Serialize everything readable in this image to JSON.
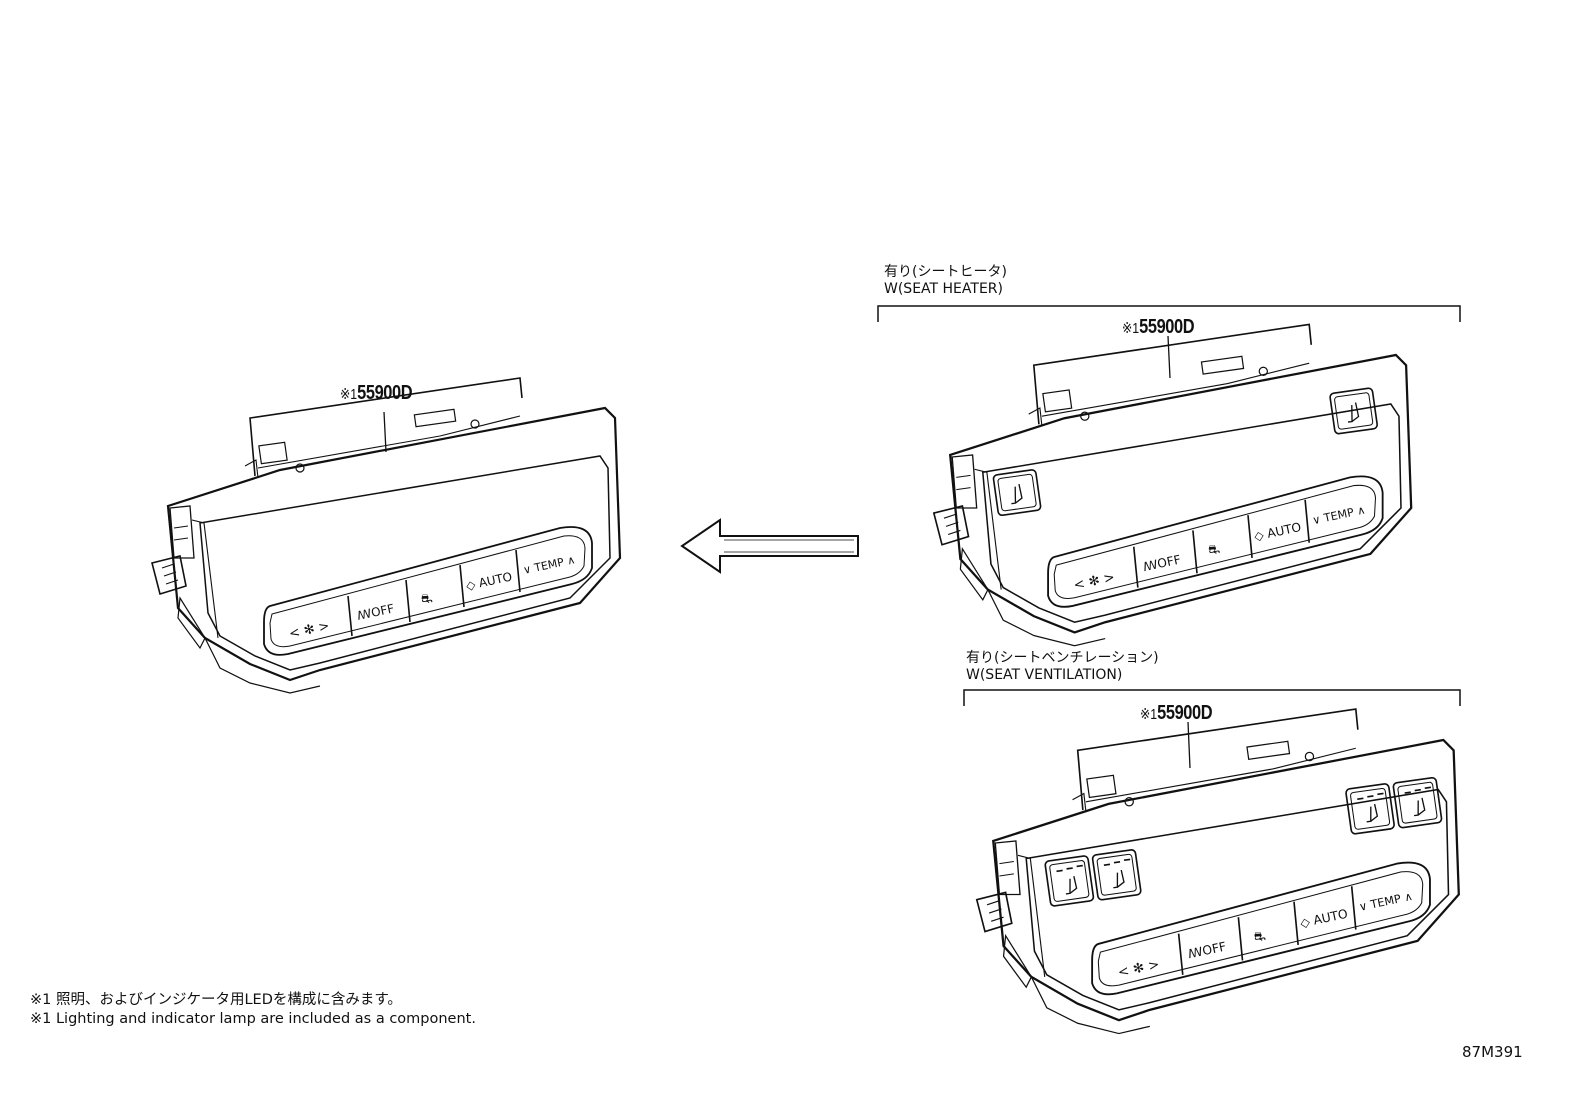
{
  "units": [
    {
      "part_number": "55900D",
      "mark": "※1"
    },
    {
      "heading_ja": "有り(シートヒータ)",
      "heading_en": "W(SEAT HEATER)",
      "part_number": "55900D",
      "mark": "※1"
    },
    {
      "heading_ja": "有り(シートベンチレーション)",
      "heading_en": "W(SEAT VENTILATION)",
      "part_number": "55900D",
      "mark": "※1"
    }
  ],
  "buttons": {
    "fan_symbol": "ꟿ",
    "off": "OFF",
    "auto": "AUTO",
    "temp": "TEMP"
  },
  "notes": {
    "ja": "※1 照明、およびインジケータ用LEDを構成に含みます。",
    "en": "※1 Lighting and indicator lamp are included as a component."
  },
  "figure_id": "87M391",
  "colors": {
    "line": "#111111",
    "background": "#ffffff"
  }
}
